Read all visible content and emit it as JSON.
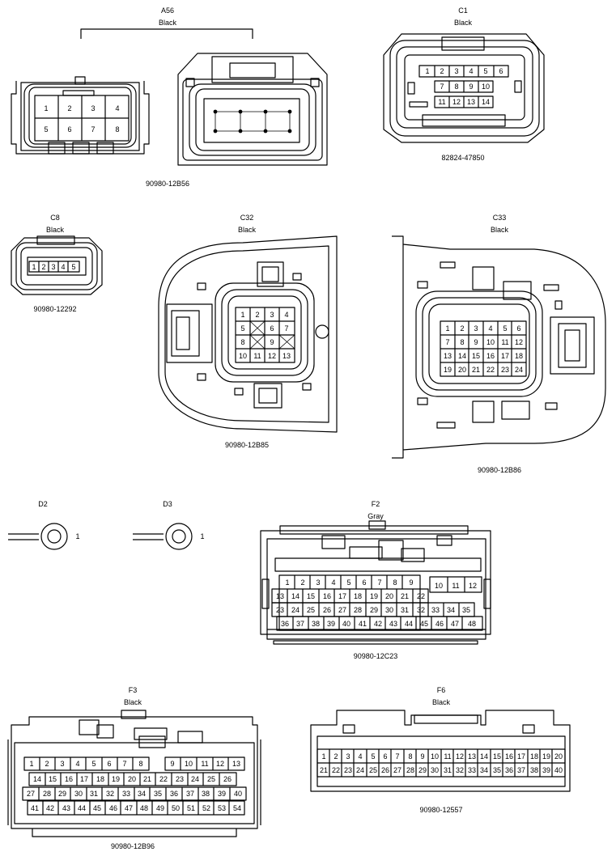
{
  "connectors": {
    "a56": {
      "name": "A56",
      "color": "Black",
      "part_number": "90980-12B56",
      "pins": [
        "1",
        "2",
        "3",
        "4",
        "5",
        "6",
        "7",
        "8"
      ]
    },
    "c1": {
      "name": "C1",
      "color": "Black",
      "part_number": "82824-47850",
      "pins": [
        "1",
        "2",
        "3",
        "4",
        "5",
        "6",
        "7",
        "8",
        "9",
        "10",
        "11",
        "12",
        "13",
        "14"
      ]
    },
    "c8": {
      "name": "C8",
      "color": "Black",
      "part_number": "90980-12292",
      "pins": [
        "1",
        "2",
        "3",
        "4",
        "5"
      ]
    },
    "c32": {
      "name": "C32",
      "color": "Black",
      "part_number": "90980-12B85",
      "pins": [
        "1",
        "2",
        "3",
        "4",
        "5",
        "6",
        "7",
        "8",
        "9",
        "10",
        "11",
        "12",
        "13"
      ]
    },
    "c33": {
      "name": "C33",
      "color": "Black",
      "part_number": "90980-12B86",
      "pins": [
        "1",
        "2",
        "3",
        "4",
        "5",
        "6",
        "7",
        "8",
        "9",
        "10",
        "11",
        "12",
        "13",
        "14",
        "15",
        "16",
        "17",
        "18",
        "19",
        "20",
        "21",
        "22",
        "23",
        "24"
      ]
    },
    "d2": {
      "name": "D2",
      "pin": "1"
    },
    "d3": {
      "name": "D3",
      "pin": "1"
    },
    "f2": {
      "name": "F2",
      "color": "Gray",
      "part_number": "90980-12C23",
      "pins": [
        "1",
        "2",
        "3",
        "4",
        "5",
        "6",
        "7",
        "8",
        "9",
        "10",
        "11",
        "12",
        "13",
        "14",
        "15",
        "16",
        "17",
        "18",
        "19",
        "20",
        "21",
        "22",
        "23",
        "24",
        "25",
        "26",
        "27",
        "28",
        "29",
        "30",
        "31",
        "32",
        "33",
        "34",
        "35",
        "36",
        "37",
        "38",
        "39",
        "40",
        "41",
        "42",
        "43",
        "44",
        "45",
        "46",
        "47",
        "48"
      ]
    },
    "f3": {
      "name": "F3",
      "color": "Black",
      "part_number": "90980-12B96",
      "pins": [
        "1",
        "2",
        "3",
        "4",
        "5",
        "6",
        "7",
        "8",
        "9",
        "10",
        "11",
        "12",
        "13",
        "14",
        "15",
        "16",
        "17",
        "18",
        "19",
        "20",
        "21",
        "22",
        "23",
        "24",
        "25",
        "26",
        "27",
        "28",
        "29",
        "30",
        "31",
        "32",
        "33",
        "34",
        "35",
        "36",
        "37",
        "38",
        "39",
        "40",
        "41",
        "42",
        "43",
        "44",
        "45",
        "46",
        "47",
        "48",
        "49",
        "50",
        "51",
        "52",
        "53",
        "54"
      ]
    },
    "f6": {
      "name": "F6",
      "color": "Black",
      "part_number": "90980-12557",
      "pins": [
        "1",
        "2",
        "3",
        "4",
        "5",
        "6",
        "7",
        "8",
        "9",
        "10",
        "11",
        "12",
        "13",
        "14",
        "15",
        "16",
        "17",
        "18",
        "19",
        "20",
        "21",
        "22",
        "23",
        "24",
        "25",
        "26",
        "27",
        "28",
        "29",
        "30",
        "31",
        "32",
        "33",
        "34",
        "35",
        "36",
        "37",
        "38",
        "39",
        "40"
      ]
    }
  }
}
